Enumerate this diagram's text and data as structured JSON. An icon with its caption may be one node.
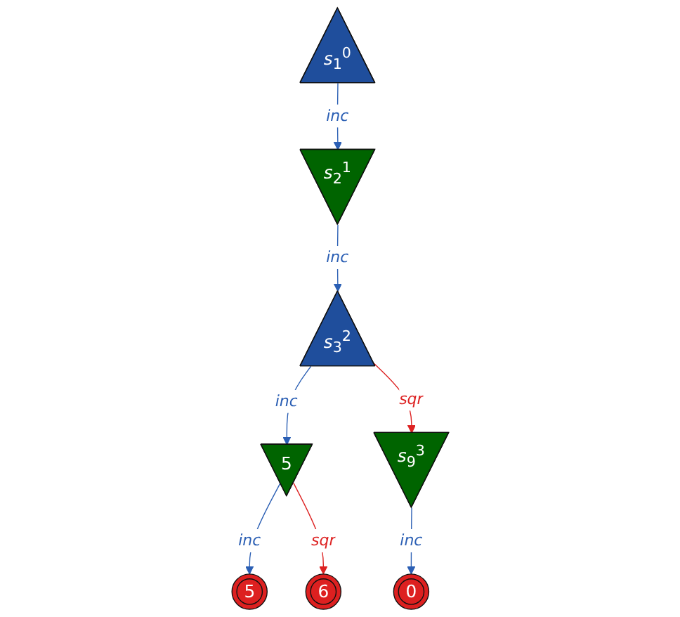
{
  "diagram": {
    "nodes": [
      {
        "text": [
          "*s*$_{1}$$^{0}$"
        ]
      },
      {
        "text": [
          "*s*$_{2}$$^{1}$"
        ]
      },
      {
        "text": [
          "*s*$_{3}$$^{2}$"
        ]
      },
      {
        "text": [
          "5"
        ]
      },
      {
        "text": [
          "*s*$_{9}$$^{3}$"
        ]
      },
      {
        "text": [
          "5"
        ]
      },
      {
        "text": [
          "6"
        ]
      },
      {
        "text": [
          "0"
        ]
      }
    ],
    "edges": [
      {
        "from": 0,
        "to": 1,
        "arrow": "to",
        "label": "inc"
      },
      {
        "from": 1,
        "to": 2,
        "arrow": "to",
        "label": "inc"
      },
      {
        "from": 2,
        "to": 3,
        "arrow": "to",
        "label": "inc"
      },
      {
        "from": 2,
        "to": 4,
        "arrow": "to",
        "label": "sqr",
        "color": "#dd2222"
      },
      {
        "from": 3,
        "to": 5,
        "arrow": "to",
        "label": "inc"
      },
      {
        "from": 3,
        "to": 6,
        "arrow": "to",
        "label": "sqr",
        "color": "#dd2222"
      },
      {
        "from": 4,
        "to": 7,
        "arrow": "to",
        "label": "inc"
      }
    ]
  }
}
